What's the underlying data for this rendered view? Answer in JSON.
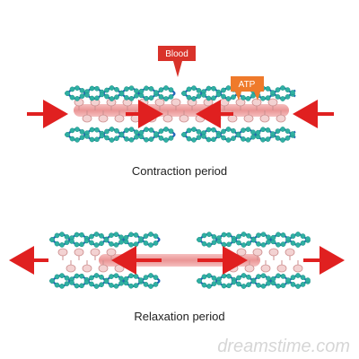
{
  "labels": {
    "blood": "Blood",
    "atp": "ATP",
    "contraction_caption": "Contraction period",
    "relaxation_caption": "Relaxation period"
  },
  "watermark": {
    "text": "dreamstime.com"
  },
  "colors": {
    "actin_bead": "#2fb0a3",
    "actin_strand": "#1f63b8",
    "myosin_head": "#f3d2d2",
    "myosin_edge": "#cc8e8e",
    "arrow": "#e02020",
    "blood_callout": "#d9322a",
    "atp_callout": "#ef7a2b"
  }
}
